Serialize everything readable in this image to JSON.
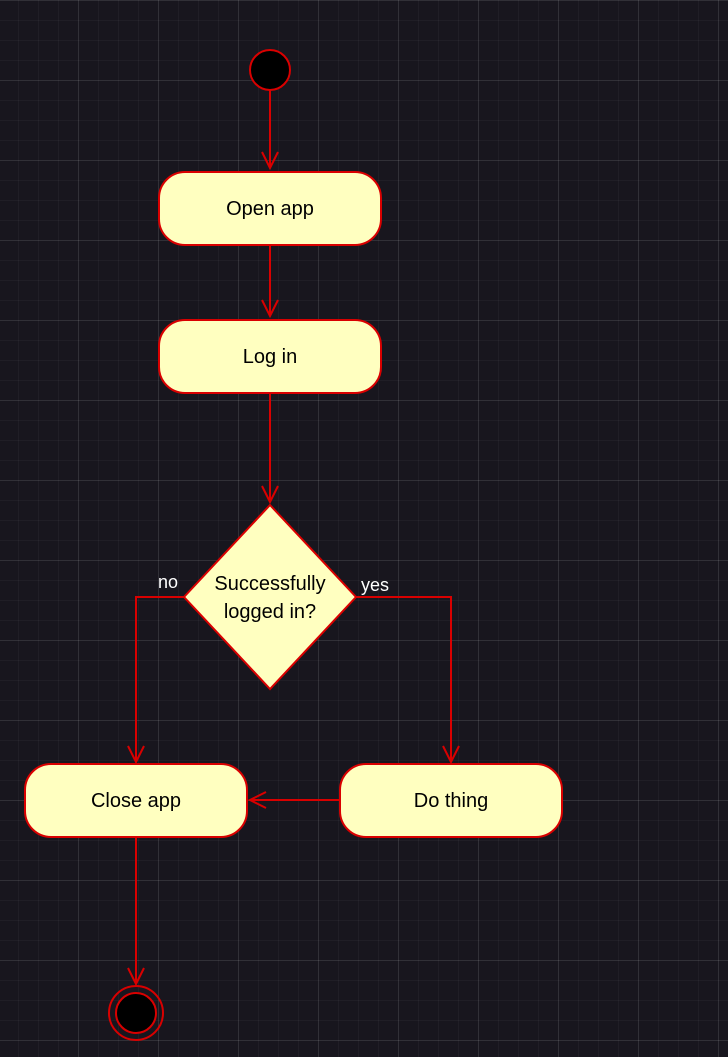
{
  "colors": {
    "background": "#18161e",
    "node_fill": "#ffffc0",
    "stroke": "#d90000",
    "start_fill": "#000000",
    "label_text": "#ffffff",
    "node_text": "#000000"
  },
  "nodes": {
    "open_app": "Open app",
    "log_in": "Log in",
    "decision": [
      "Successfully",
      "logged in?"
    ],
    "close_app": "Close app",
    "do_thing": "Do thing"
  },
  "edges": {
    "no_label": "no",
    "yes_label": "yes"
  }
}
